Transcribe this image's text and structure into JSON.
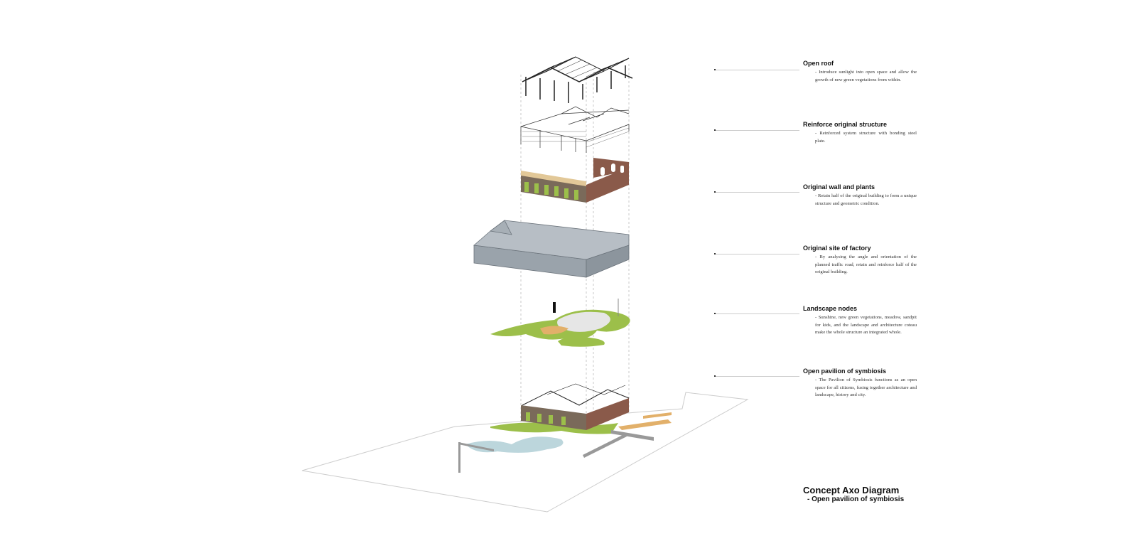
{
  "layers": [
    {
      "heading": "Open roof",
      "text": "- Introduce sunlight into open space and allow the growth of new green vegetations from within."
    },
    {
      "heading": "Reinforce original structure",
      "text": "- Reinforced system structure with bonding steel plate."
    },
    {
      "heading": "Original wall and plants",
      "text": "- Retain half of the original building to form a unique structure and geometric condition."
    },
    {
      "heading": "Original site of factory",
      "text": "- By analysing the angle and orientation of the planned traffic road, retain and reinforce half of the original building."
    },
    {
      "heading": "Landscape nodes",
      "text": "- Sunshine, new green vegetations, meadow, sandpit for kids, and the landscape and architecture coteau make the whole structure an integrated whole."
    },
    {
      "heading": "Open pavilion of symbiosis",
      "text": "- The Pavilion of Symbiosis functions as an open space for all citizens, fusing together architecture and landscape, history and city."
    }
  ],
  "title": "Concept Axo Diagram",
  "subtitle": "- Open pavilion of symbiosis",
  "colors": {
    "wall": "#7a6a5a",
    "grass": "#9cbf4a",
    "box": "#9aa3ab",
    "water": "#bcd6dc",
    "wood": "#e2b06a"
  }
}
